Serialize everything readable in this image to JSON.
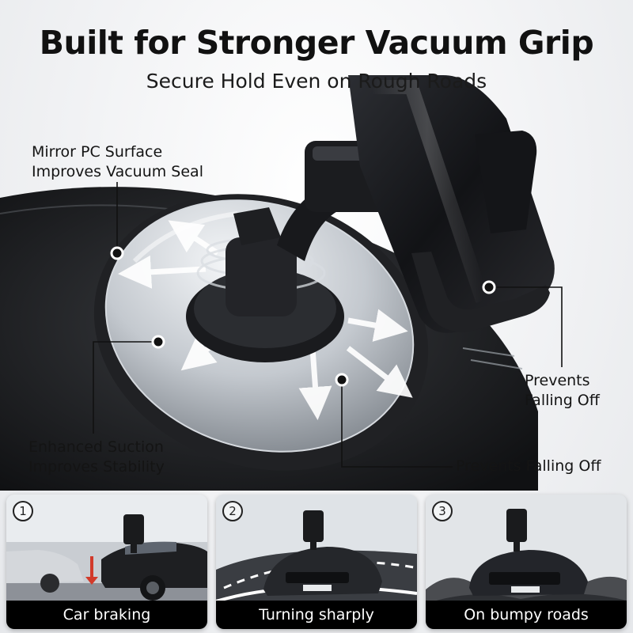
{
  "header": {
    "title": "Built for Stronger Vacuum Grip",
    "subtitle": "Secure Hold Even on Rough Roads"
  },
  "callouts": [
    {
      "lines": [
        "Mirror PC Surface",
        "Improves Vacuum Seal"
      ]
    },
    {
      "lines": [
        "Enhanced Suction",
        "Improves Stability"
      ]
    },
    {
      "lines": [
        "Prevents",
        "Falling Off"
      ]
    },
    {
      "lines": [
        "Prevents Falling Off"
      ]
    }
  ],
  "panels": [
    {
      "number": "1",
      "caption": "Car braking"
    },
    {
      "number": "2",
      "caption": "Turning sharply"
    },
    {
      "number": "3",
      "caption": "On bumpy roads"
    }
  ],
  "colors": {
    "dashboard": "#1c1d20",
    "mirror_disc": "#b9bec4",
    "caption_bar": "#000000",
    "text": "#111111"
  }
}
